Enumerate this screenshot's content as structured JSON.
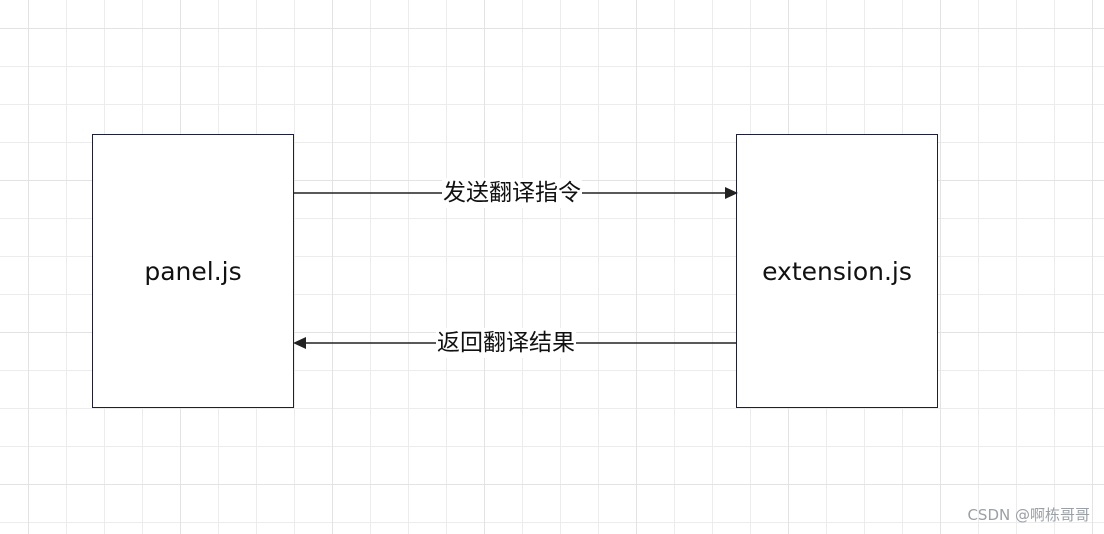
{
  "nodes": {
    "left": {
      "label": "panel.js"
    },
    "right": {
      "label": "extension.js"
    }
  },
  "edges": {
    "send": {
      "label": "发送翻译指令"
    },
    "return": {
      "label": "返回翻译结果"
    }
  },
  "watermark": "CSDN @啊栋哥哥",
  "colors": {
    "background": "#ffffff",
    "grid": "#e3e3e3",
    "node_border": "#1b1f3b",
    "edge": "#222222",
    "text": "#111111",
    "watermark": "#9aa0a6"
  }
}
